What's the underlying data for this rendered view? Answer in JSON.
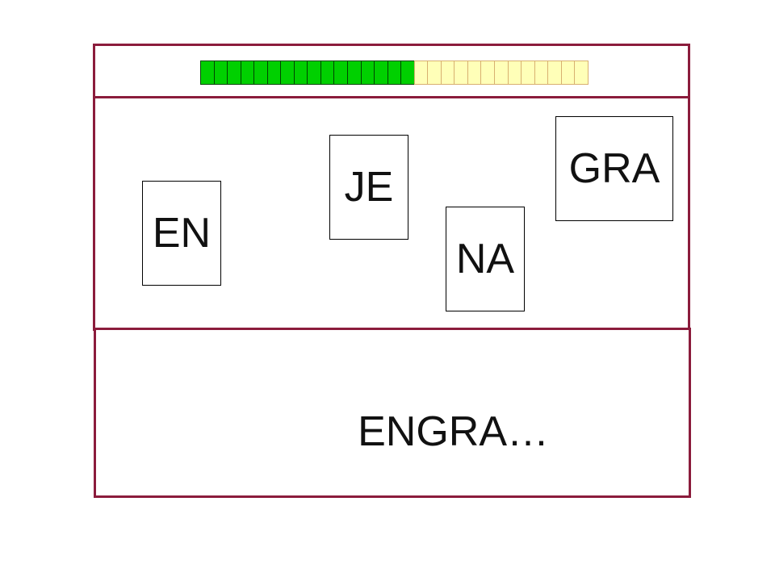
{
  "progress": {
    "completed": 16,
    "total": 29,
    "completed_color": "#00d000",
    "remaining_color": "#ffffb8"
  },
  "syllables": [
    {
      "id": "en",
      "text": "EN"
    },
    {
      "id": "je",
      "text": "JE"
    },
    {
      "id": "na",
      "text": "NA"
    },
    {
      "id": "gra",
      "text": "GRA"
    }
  ],
  "answer": {
    "text": "ENGRA…"
  },
  "colors": {
    "frame": "#8b1c3c",
    "background": "#ffffff"
  }
}
